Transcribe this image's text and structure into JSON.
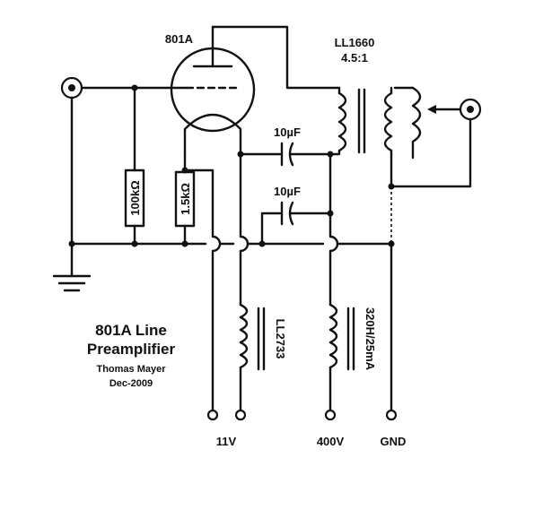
{
  "tube": {
    "label": "801A"
  },
  "output_transformer": {
    "name": "LL1660",
    "ratio": "4.5:1"
  },
  "coupling_caps": [
    {
      "label": "10µF"
    },
    {
      "label": "10µF"
    }
  ],
  "resistors": [
    {
      "label": "100kΩ"
    },
    {
      "label": "1.5kΩ"
    }
  ],
  "chokes": [
    {
      "label": "LL2733"
    },
    {
      "label": "320H/25mA"
    }
  ],
  "terminals": [
    {
      "label": "11V"
    },
    {
      "label": "400V"
    },
    {
      "label": "GND"
    }
  ],
  "title_block": {
    "title_line1": "801A Line",
    "title_line2": "Preamplifier",
    "author": "Thomas Mayer",
    "date": "Dec-2009"
  }
}
